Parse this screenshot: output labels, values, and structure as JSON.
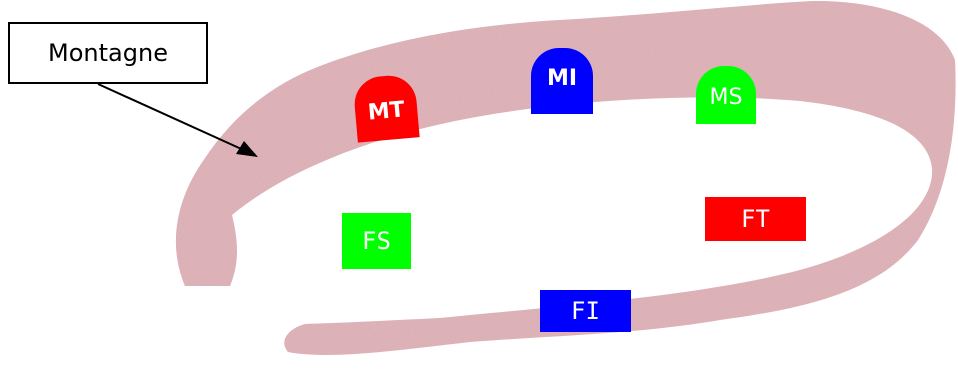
{
  "callout": {
    "label": "Montagne"
  },
  "labels": {
    "mt": "MT",
    "mi": "MI",
    "ms": "MS",
    "fs": "FS",
    "ft": "FT",
    "fi": "FI"
  },
  "colors": {
    "mountain": "#d9aab0",
    "mountain_texture": "#c99499",
    "red": "#ff0000",
    "blue": "#0000ff",
    "green": "#00ff00"
  }
}
